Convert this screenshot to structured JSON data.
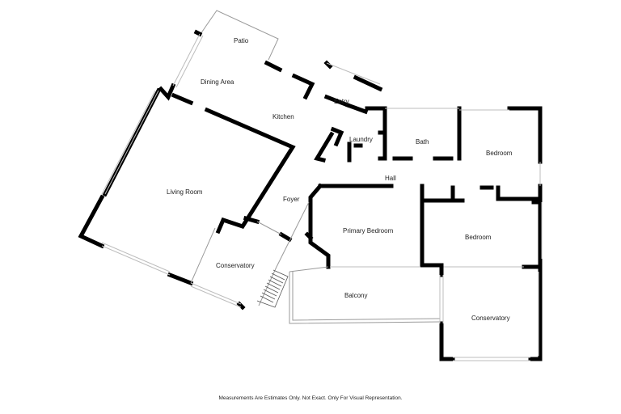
{
  "rooms": {
    "patio": "Patio",
    "dining_area": "Dining Area",
    "kitchen": "Kitchen",
    "entry": "Entry",
    "laundry": "Laundry",
    "bath": "Bath",
    "bedroom_top": "Bedroom",
    "hall": "Hall",
    "living_room": "Living Room",
    "foyer": "Foyer",
    "primary_bedroom": "Primary Bedroom",
    "bedroom_middle": "Bedroom",
    "conservatory_left": "Conservatory",
    "balcony": "Balcony",
    "conservatory_right": "Conservatory"
  },
  "disclaimer": "Measurements Are Estimates Only. Not Exact. Only For Visual Representation."
}
